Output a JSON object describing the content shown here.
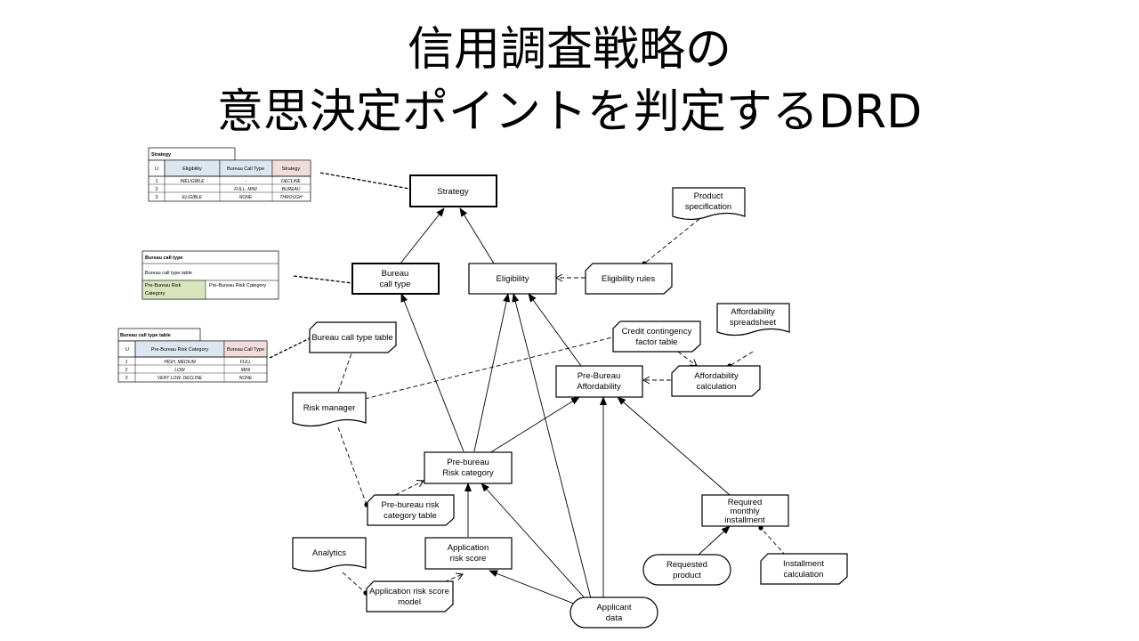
{
  "title": {
    "line1": "信用調査戦略の",
    "line2": "意思決定ポイントを判定するDRD"
  },
  "nodes": {
    "strategy": "Strategy",
    "bureau_call_type": [
      "Bureau",
      "call type"
    ],
    "eligibility": "Eligibility",
    "eligibility_rules": "Eligibility rules",
    "product_specification": [
      "Product",
      "specification"
    ],
    "bureau_call_type_table": "Bureau call type table",
    "credit_contingency": [
      "Credit contingency",
      "factor table"
    ],
    "affordability_spreadsheet": [
      "Affordability",
      "spreadsheet"
    ],
    "pre_bureau_affordability": [
      "Pre-Bureau",
      "Affordability"
    ],
    "affordability_calculation": [
      "Affordability",
      "calculation"
    ],
    "risk_manager": "Risk manager",
    "pre_bureau_risk_category": [
      "Pre-bureau",
      "Risk category"
    ],
    "pre_bureau_risk_category_table": [
      "Pre-bureau risk",
      "category table"
    ],
    "required_monthly_installment": [
      "Required",
      "monthly",
      "installment"
    ],
    "analytics": "Analytics",
    "application_risk_score": [
      "Application",
      "risk score"
    ],
    "application_risk_score_model": [
      "Application risk score",
      "model"
    ],
    "requested_product": [
      "Requested",
      "product"
    ],
    "installment_calculation": [
      "Installment",
      "calculation"
    ],
    "applicant_data": [
      "Applicant",
      "data"
    ]
  },
  "tables": {
    "strategy": {
      "name": "Strategy",
      "headers": [
        "U",
        "Eligibility",
        "Bureau Call Type",
        "Strategy"
      ],
      "rows": [
        [
          "1",
          "INELIGIBLE",
          "-",
          "DECLINE"
        ],
        [
          "2",
          "",
          "FULL, MINI",
          "BUREAU"
        ],
        [
          "3",
          "ELIGIBLE",
          "NONE",
          "THROUGH"
        ]
      ]
    },
    "bureau_call_type": {
      "name": "Bureau call type",
      "subtitle": "Bureau call type table",
      "inputs": [
        "Pre-Bureau Risk Category",
        "Pre-Bureau Risk Category"
      ]
    },
    "bureau_call_type_table": {
      "name": "Bureau call type table",
      "headers": [
        "U",
        "Pre-Bureau Risk Category",
        "Bureau Call Type"
      ],
      "rows": [
        [
          "1",
          "HIGH, MEDIUM",
          "FULL"
        ],
        [
          "2",
          "LOW",
          "MINI"
        ],
        [
          "3",
          "VERY LOW, DECLINE",
          "NONE"
        ]
      ]
    }
  },
  "colors": {
    "header_blue": "#dce6f1",
    "header_red": "#f2dcdb",
    "input_green": "#d8e4bc"
  }
}
